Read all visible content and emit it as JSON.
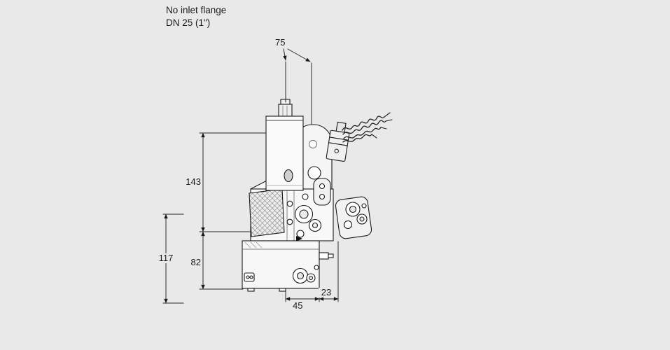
{
  "colors": {
    "page_background": "#e9e9e9",
    "line": "#1a1a1a",
    "fill_light": "#f6f6f6"
  },
  "title": {
    "line1": "No inlet flange",
    "line2": "DN 25 (1\")"
  },
  "dimensions": {
    "top_width": "75",
    "upper_height": "143",
    "overall_left_height": "117",
    "lower_height": "82",
    "bottom_width_left": "45",
    "bottom_width_right": "23"
  }
}
